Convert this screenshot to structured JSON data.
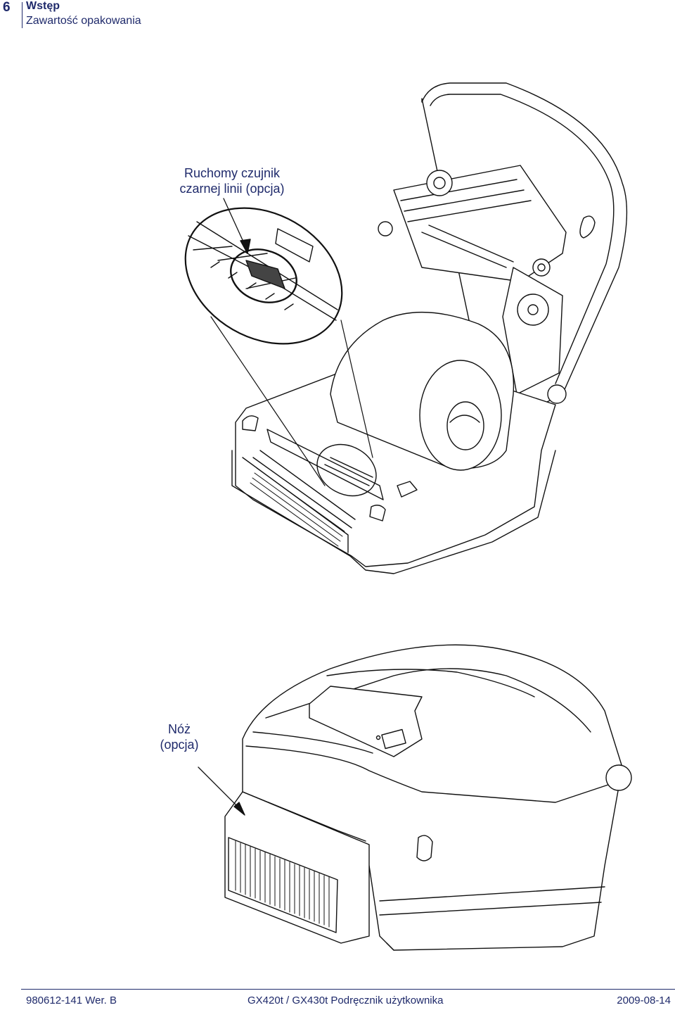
{
  "header": {
    "page_number": "6",
    "chapter": "Wstęp",
    "section": "Zawartość opakowania"
  },
  "figure_top": {
    "callout_line1": "Ruchomy czujnik",
    "callout_line2": "czarnej linii (opcja)"
  },
  "figure_bottom": {
    "callout_line1": "Nóż",
    "callout_line2": "(opcja)"
  },
  "footer": {
    "doc_number": "980612-141 Wer. B",
    "title": "GX420t / GX430t Podręcznik użytkownika",
    "date": "2009-08-14"
  }
}
